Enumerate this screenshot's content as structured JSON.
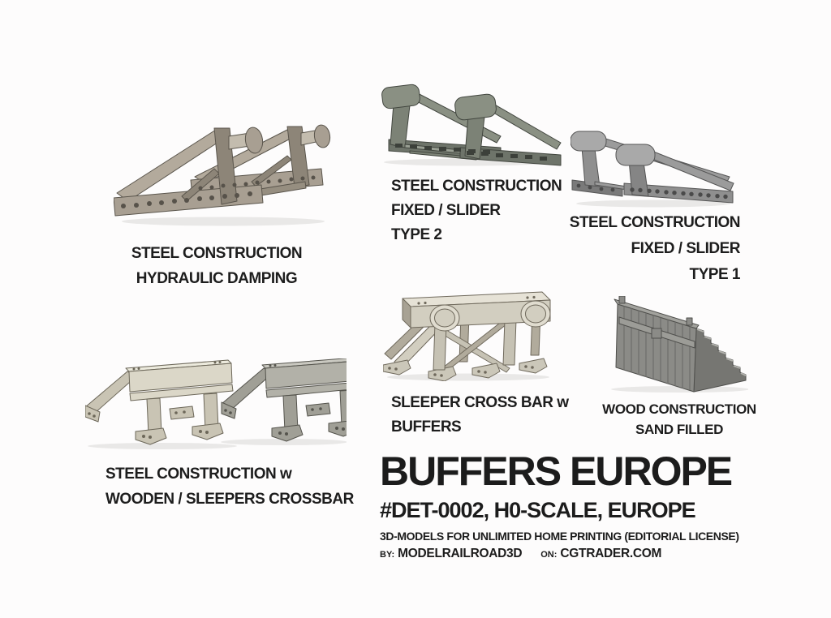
{
  "page": {
    "background": "#fdfcfc"
  },
  "products": [
    {
      "name": "steel-hydraulic-buffer",
      "label_lines": [
        "STEEL CONSTRUCTION",
        "HYDRAULIC DAMPING"
      ],
      "color": "#a89f92"
    },
    {
      "name": "steel-fixed-slider-type-2",
      "label_lines": [
        "STEEL CONSTRUCTION",
        "FIXED / SLIDER",
        "TYPE 2"
      ],
      "color": "#7c8276"
    },
    {
      "name": "steel-fixed-slider-type-1",
      "label_lines": [
        "STEEL CONSTRUCTION",
        "FIXED / SLIDER",
        "TYPE 1"
      ],
      "color": "#8f8f8f"
    },
    {
      "name": "sleeper-cross-bar-with-buffers",
      "label_lines": [
        "SLEEPER CROSS BAR w",
        "BUFFERS"
      ],
      "color": "#d2cec0"
    },
    {
      "name": "wood-construction-sand-filled",
      "label_lines": [
        "WOOD CONSTRUCTION",
        "SAND FILLED"
      ],
      "color": "#8b8b87"
    },
    {
      "name": "steel-construction-wooden-sleepers-crossbar",
      "label_lines": [
        "STEEL CONSTRUCTION w",
        "WOODEN / SLEEPERS CROSSBAR"
      ],
      "color": "#d4d0c2"
    }
  ],
  "title_block": {
    "title": "BUFFERS EUROPE",
    "subtitle": "#DET-0002, H0-SCALE, EUROPE",
    "license_line": "3D-MODELS FOR UNLIMITED HOME PRINTING (EDITORIAL LICENSE)",
    "by_label": "BY:",
    "by_value": "MODELRAILROAD3D",
    "on_label": "ON:",
    "on_value": "CGTRADER.COM",
    "text_color": "#1c1c1c"
  }
}
